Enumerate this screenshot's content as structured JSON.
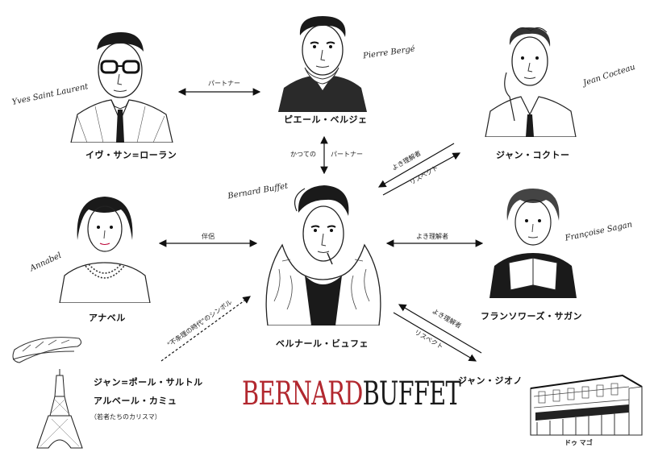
{
  "people": {
    "ysl": {
      "name": "イヴ・サン=ローラン",
      "signature": "Yves Saint Laurent"
    },
    "pierre": {
      "name": "ピエール・ベルジェ",
      "signature": "Pierre Bergé"
    },
    "cocteau": {
      "name": "ジャン・コクトー",
      "signature": "Jean Cocteau"
    },
    "annabel": {
      "name": "アナベル",
      "signature": "Annabel"
    },
    "buffet": {
      "name": "ベルナール・ビュフェ",
      "signature": "Bernard Buffet"
    },
    "sagan": {
      "name": "フランソワーズ・サガン",
      "signature": "Françoise Sagan"
    },
    "giono": {
      "name": "ジャン・ジオノ"
    },
    "sartre": {
      "name": "ジャン=ポール・サルトル"
    },
    "camus": {
      "name": "アルベール・カミュ"
    },
    "charisma": {
      "name": "（若者たちのカリスマ）"
    }
  },
  "relations": {
    "ysl_pierre": "パートナー",
    "pierre_buffet_1": "かつての",
    "pierre_buffet_2": "パートナー",
    "cocteau_to_buffet": "よき理解者",
    "buffet_to_cocteau": "リスペクト",
    "annabel_buffet": "伴侶",
    "buffet_sagan": "よき理解者",
    "giono_to_buffet": "よき理解者",
    "buffet_to_giono": "リスペクト",
    "existential": "\"不条理の時代\"のシンボル"
  },
  "place": {
    "label": "ドゥ マゴ"
  },
  "logo": {
    "part1": "BERNARD",
    "part2": "BUFFET"
  }
}
